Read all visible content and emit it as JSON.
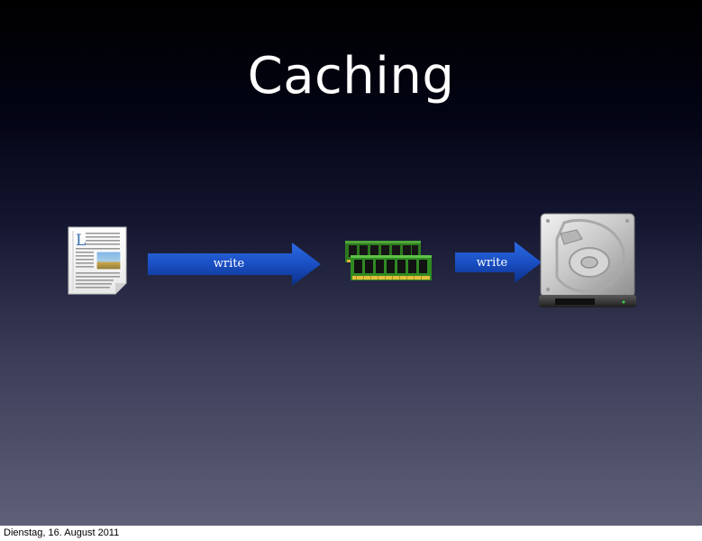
{
  "slide": {
    "title": "Caching",
    "footer_date": "Dienstag, 16. August 2011"
  },
  "diagram": {
    "nodes": [
      {
        "id": "document",
        "icon": "document-icon"
      },
      {
        "id": "memory",
        "icon": "ram-memory-icon"
      },
      {
        "id": "disk",
        "icon": "hard-disk-icon"
      }
    ],
    "edges": [
      {
        "from": "document",
        "to": "memory",
        "label": "write"
      },
      {
        "from": "memory",
        "to": "disk",
        "label": "write"
      }
    ]
  },
  "colors": {
    "arrow": "#1a4fc4",
    "arrow_dark": "#0b2f86",
    "title": "#ffffff"
  }
}
